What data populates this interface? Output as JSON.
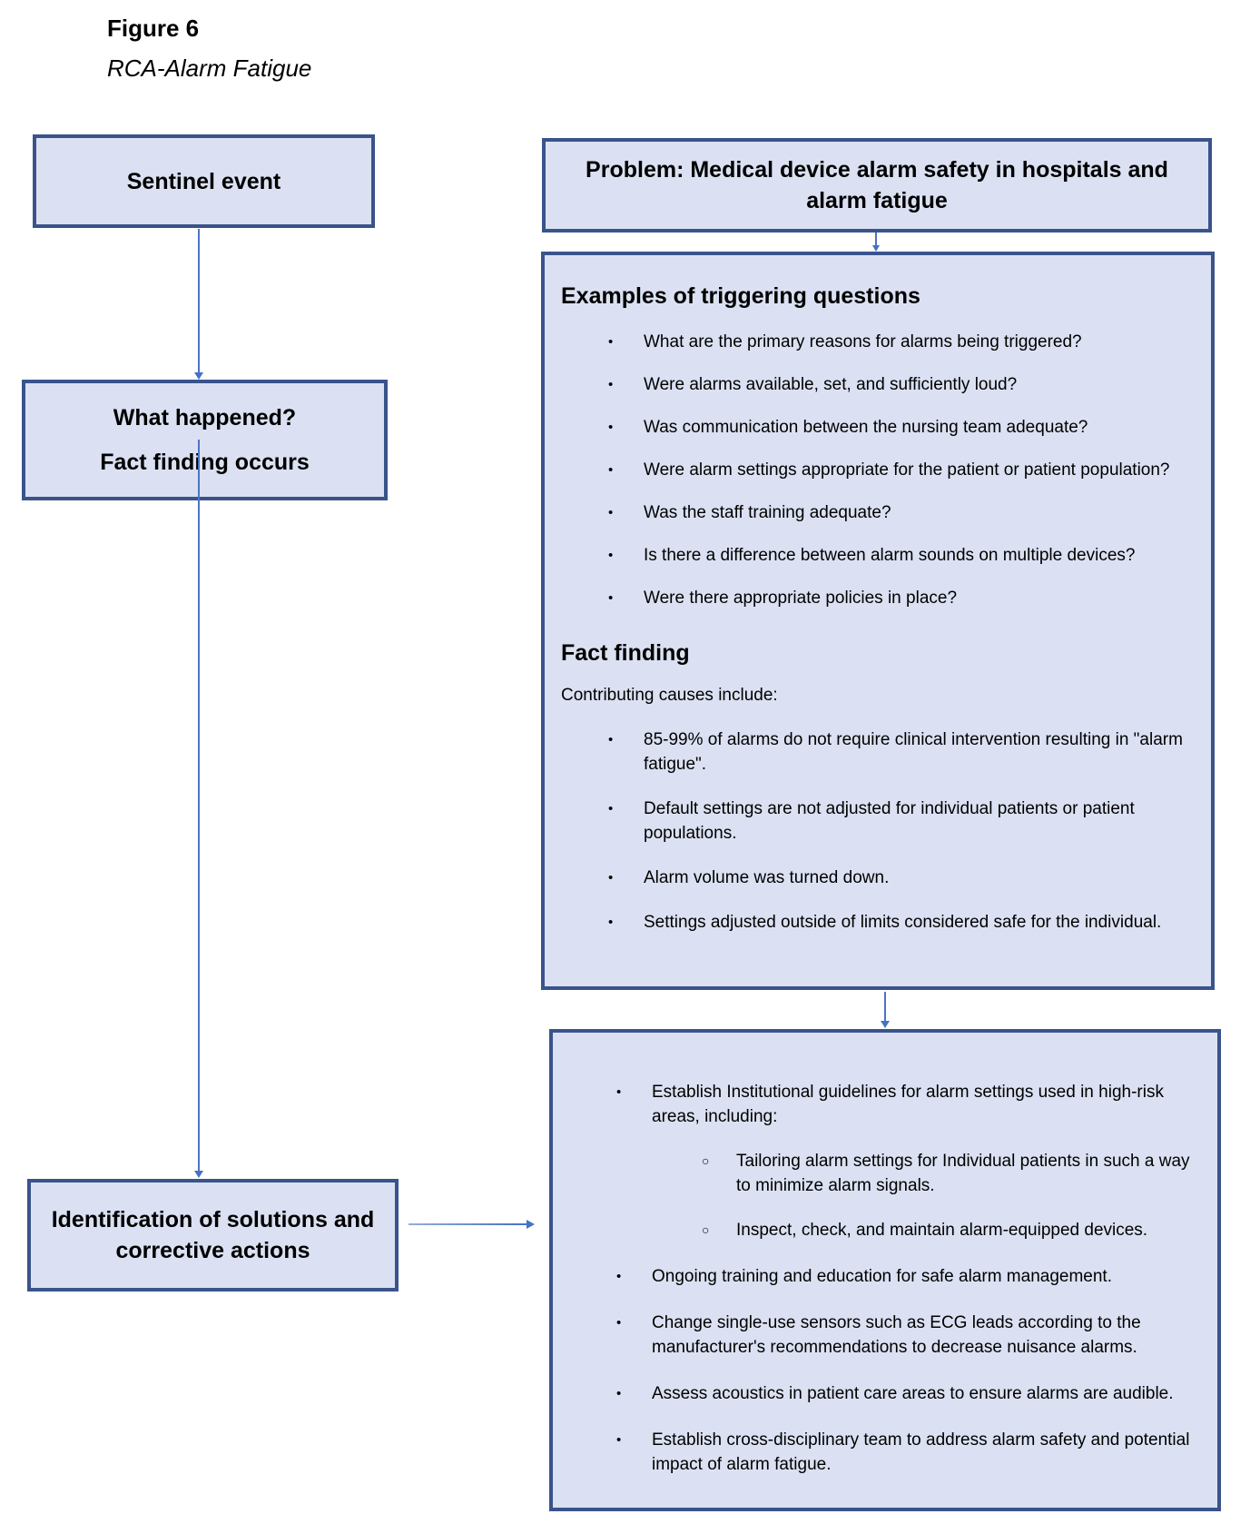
{
  "header": {
    "figure_label": "Figure 6",
    "figure_title": "RCA-Alarm Fatigue"
  },
  "colors": {
    "box_fill": "#dbe1f2",
    "box_border": "#3a538b",
    "connector": "#4472c4",
    "text": "#000000"
  },
  "markers": {
    "bullet": "•",
    "circle": "○"
  },
  "flow": {
    "sentinel_label": "Sentinel event",
    "what_happened_line1": "What happened?",
    "what_happened_line2": "Fact finding occurs",
    "identification_label": "Identification of solutions and corrective actions",
    "problem_label": "Problem: Medical device alarm safety in hospitals and alarm fatigue"
  },
  "analysis": {
    "questions_heading": "Examples of triggering questions",
    "questions": [
      "What are the primary reasons for alarms being triggered?",
      "Were alarms available, set, and sufficiently loud?",
      "Was communication between the nursing team adequate?",
      "Were alarm settings appropriate for the patient or patient population?",
      "Was the staff training adequate?",
      "Is there a difference between alarm sounds on multiple devices?",
      "Were there appropriate policies in place?"
    ],
    "fact_finding_heading": "Fact finding",
    "fact_finding_intro": "Contributing causes include:",
    "contributing_causes": [
      "85-99% of alarms do not require clinical intervention resulting in \"alarm fatigue\".",
      "Default settings are not adjusted for individual patients or patient populations.",
      "Alarm volume was turned down.",
      "Settings adjusted outside of limits considered safe for the individual."
    ]
  },
  "solutions": {
    "items": [
      "Establish Institutional guidelines for alarm settings used in high-risk areas, including:",
      "Ongoing training and education for safe alarm management.",
      "Change single-use sensors such as ECG leads according to the manufacturer's recommendations to decrease nuisance alarms.",
      "Assess acoustics in patient care areas to ensure alarms are audible.",
      "Establish cross-disciplinary team to address alarm safety and potential impact of alarm fatigue."
    ],
    "sub_items": [
      "Tailoring alarm settings for Individual patients in such a way to minimize alarm signals.",
      "Inspect, check, and maintain alarm-equipped devices."
    ]
  }
}
